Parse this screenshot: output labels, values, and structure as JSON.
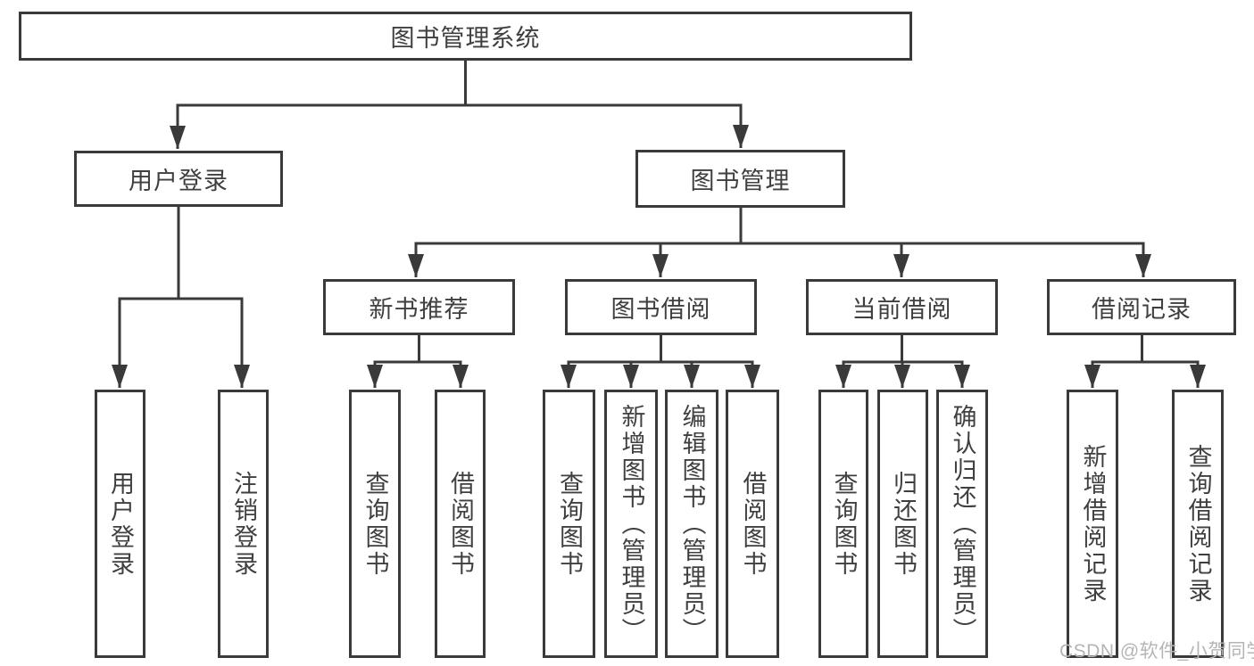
{
  "diagram": {
    "root": {
      "label": "图书管理系统"
    },
    "branches": [
      {
        "label": "用户登录",
        "children": [
          {
            "label": "用户登录"
          },
          {
            "label": "注销登录"
          }
        ]
      },
      {
        "label": "图书管理",
        "children": [
          {
            "label": "新书推荐",
            "children": [
              {
                "label": "查询图书"
              },
              {
                "label": "借阅图书"
              }
            ]
          },
          {
            "label": "图书借阅",
            "children": [
              {
                "label": "查询图书"
              },
              {
                "label": "新增图书（管理员）"
              },
              {
                "label": "编辑图书（管理员）"
              },
              {
                "label": "借阅图书"
              }
            ]
          },
          {
            "label": "当前借阅",
            "children": [
              {
                "label": "查询图书"
              },
              {
                "label": "归还图书"
              },
              {
                "label": "确认归还（管理员）"
              }
            ]
          },
          {
            "label": "借阅记录",
            "children": [
              {
                "label": "新增借阅记录"
              },
              {
                "label": "查询借阅记录"
              }
            ]
          }
        ]
      }
    ]
  },
  "watermark": {
    "text": "CSDN @软件_小贺同学"
  },
  "colors": {
    "line": "#3a3a3a",
    "text": "#3f3f3f",
    "box_background": "#ffffff",
    "watermark": "#b5b5b5"
  }
}
